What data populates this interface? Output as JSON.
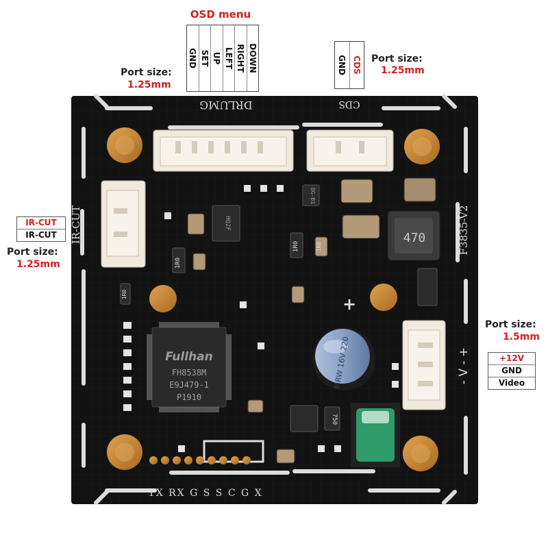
{
  "osd": {
    "title": "OSD menu",
    "pins": [
      "GND",
      "SET",
      "UP",
      "LEFT",
      "RIGHT",
      "DOWN"
    ]
  },
  "cds": {
    "pins": [
      {
        "label": "GND",
        "color": "#111111"
      },
      {
        "label": "CDS",
        "color": "#d21f1f"
      }
    ]
  },
  "port_sizes": {
    "osd": {
      "label": "Port size:",
      "value": "1.25mm"
    },
    "cds": {
      "label": "Port size:",
      "value": "1.25mm"
    },
    "ircut": {
      "label": "Port size:",
      "value": "1.25mm"
    },
    "power": {
      "label": "Port size:",
      "value": "1.5mm"
    }
  },
  "ircut_legend": [
    {
      "label": "IR-CUT",
      "color": "#d21f1f"
    },
    {
      "label": "IR-CUT",
      "color": "#111111"
    }
  ],
  "power_legend": [
    {
      "label": "+12V",
      "color": "#d21f1f"
    },
    {
      "label": "GND",
      "color": "#111111"
    },
    {
      "label": "Video",
      "color": "#111111"
    }
  ],
  "board": {
    "silk_top_osd": "DRLUMG",
    "silk_top_cds": "CDS",
    "silk_left": "IR-CUT",
    "silk_right": "F3835-V2",
    "silk_power": "- V - +",
    "silk_bottom": "TX RX G S S C G X",
    "chip_brand": "Fullhan",
    "chip_model": "FH8538M",
    "chip_code": "E9J479-1",
    "chip_date": "P1910",
    "inductor": "470",
    "capacitor_text": "MRW 16V 220",
    "plus_sign": "+",
    "resistor_1": "1R0",
    "resistor_2": "1R0",
    "resistor_3": "1R0",
    "resistor_4": "1R0",
    "mosfet_1": "HQ2F",
    "mosfet_2": "DG-B1",
    "diode": "750",
    "colors": {
      "pcb": "#121212",
      "silk": "#d8d8d8",
      "gold": "#c58a3c",
      "connector": "#efe9de",
      "capacitor": "#8da6c9",
      "heatsink": "#2f9a6a"
    }
  }
}
